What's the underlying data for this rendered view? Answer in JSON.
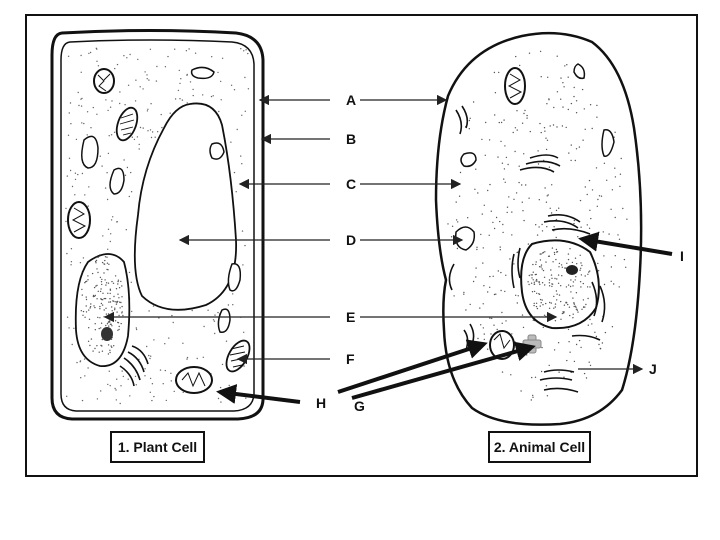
{
  "captions": {
    "plant": "1. Plant Cell",
    "animal": "2. Animal Cell"
  },
  "labels": {
    "a": "A",
    "b": "B",
    "c": "C",
    "d": "D",
    "e": "E",
    "f": "F",
    "g": "G",
    "h": "H",
    "i": "I",
    "j": "J"
  }
}
